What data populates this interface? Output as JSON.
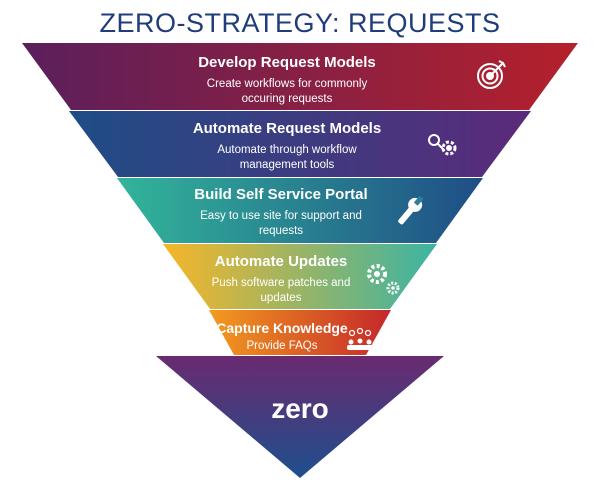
{
  "title": "ZERO-STRATEGY: REQUESTS",
  "tiers": [
    {
      "heading": "Develop Request Models",
      "desc_line1": "Create workflows for commonly",
      "desc_line2": "occuring requests",
      "icon": "target-icon"
    },
    {
      "heading": "Automate Request Models",
      "desc_line1": "Automate through workflow",
      "desc_line2": "management tools",
      "icon": "automation-gear-icon"
    },
    {
      "heading": "Build Self Service Portal",
      "desc_line1": "Easy to use site for support and",
      "desc_line2": "requests",
      "icon": "wrench-icon"
    },
    {
      "heading": "Automate Updates",
      "desc_line1": "Push software patches and",
      "desc_line2": "updates",
      "icon": "gears-icon"
    },
    {
      "heading": "Capture Knowledge",
      "desc_line1": "Provide FAQs",
      "desc_line2": "",
      "icon": "people-network-icon"
    }
  ],
  "bottom_label": "zero",
  "colors": {
    "title": "#1f3d7a",
    "tier1": [
      "#5a1f5c",
      "#b5202b"
    ],
    "tier2": [
      "#1f4d86",
      "#5b2a7a"
    ],
    "tier3": [
      "#32b59a",
      "#1f4d86"
    ],
    "tier4": [
      "#f7b529",
      "#3bb4a3"
    ],
    "tier5": [
      "#f39b1f",
      "#c4272a"
    ],
    "bottom": [
      "#6a2a70",
      "#1e4f8c"
    ]
  }
}
